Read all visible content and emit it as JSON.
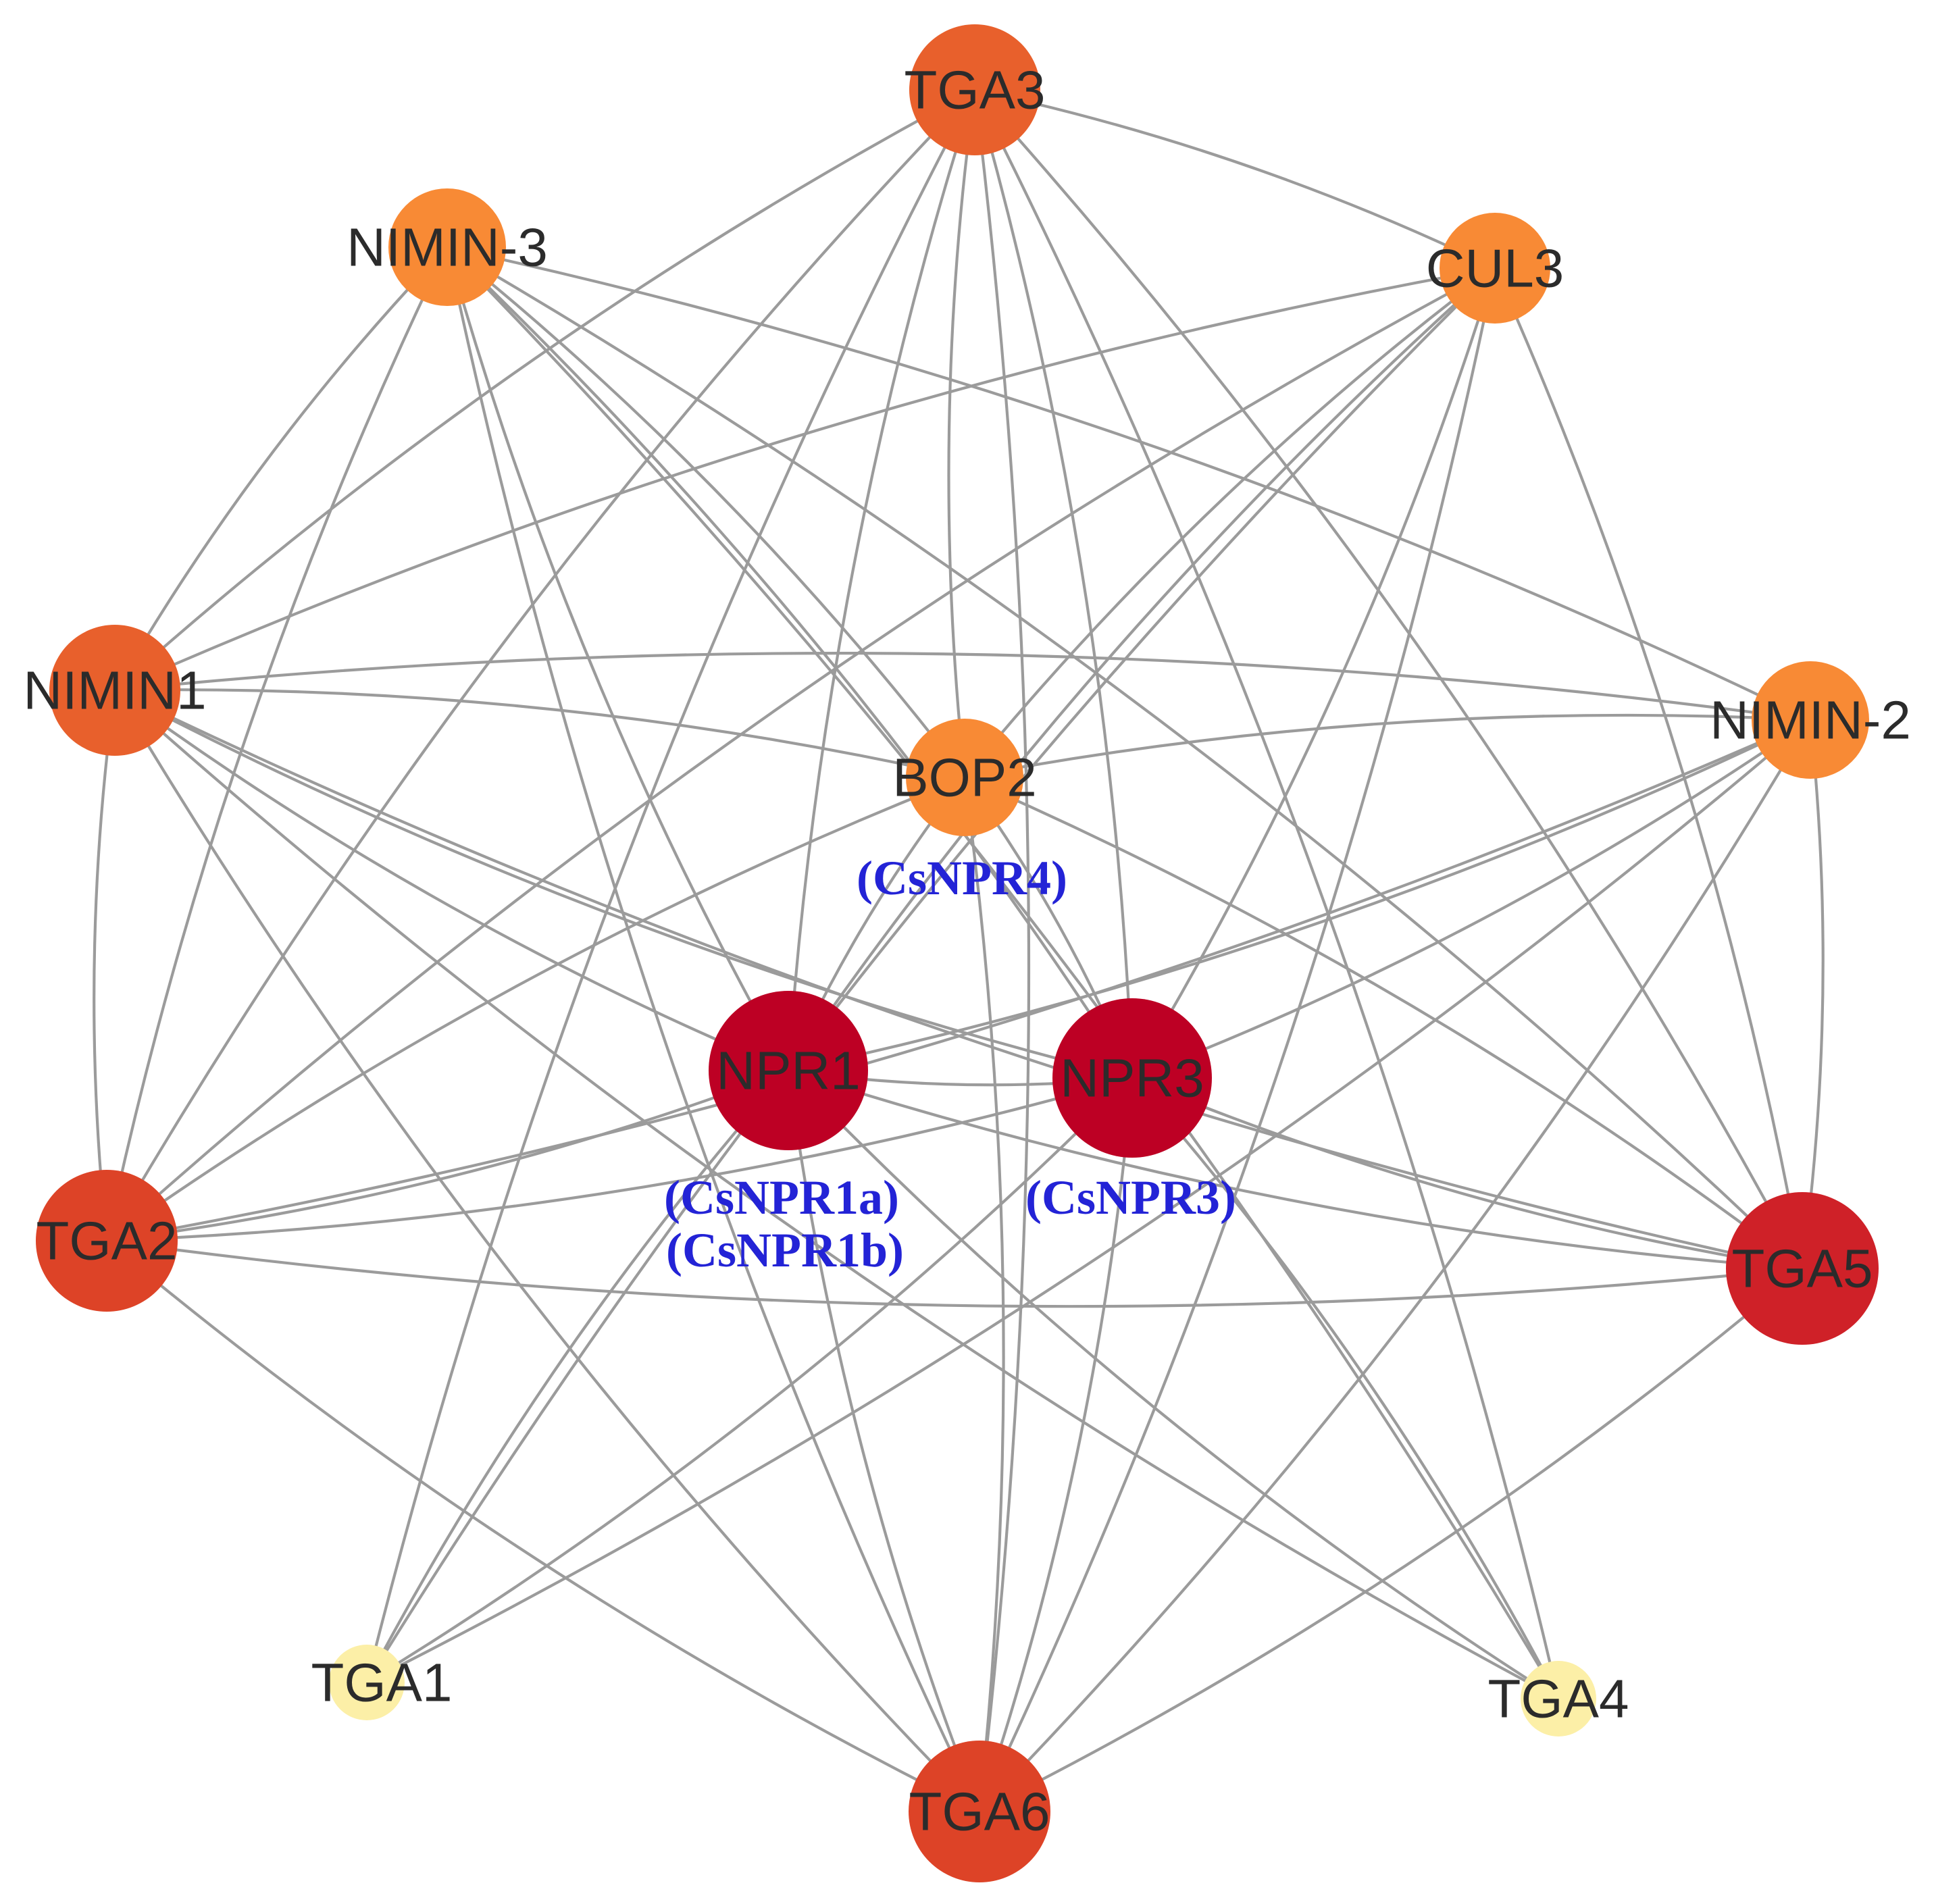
{
  "nodes": [
    {
      "id": "TGA3",
      "label": "TGA3",
      "color": "#e8602c"
    },
    {
      "id": "NIMIN-3",
      "label": "NIMIN-3",
      "color": "#f88a35"
    },
    {
      "id": "CUL3",
      "label": "CUL3",
      "color": "#f88a35"
    },
    {
      "id": "NIMIN1",
      "label": "NIMIN1",
      "color": "#e8602c"
    },
    {
      "id": "BOP2",
      "label": "BOP2",
      "color": "#f88a35"
    },
    {
      "id": "NIMIN-2",
      "label": "NIMIN-2",
      "color": "#f88a35"
    },
    {
      "id": "NPR1",
      "label": "NPR1",
      "color": "#bd0024"
    },
    {
      "id": "NPR3",
      "label": "NPR3",
      "color": "#bd0024"
    },
    {
      "id": "TGA2",
      "label": "TGA2",
      "color": "#dd4327"
    },
    {
      "id": "TGA5",
      "label": "TGA5",
      "color": "#cf2128"
    },
    {
      "id": "TGA1",
      "label": "TGA1",
      "color": "#fcefa7"
    },
    {
      "id": "TGA4",
      "label": "TGA4",
      "color": "#fcefa7"
    },
    {
      "id": "TGA6",
      "label": "TGA6",
      "color": "#dd4327"
    }
  ],
  "aliases": [
    {
      "node": "BOP2",
      "text": "(CsNPR4)"
    },
    {
      "node": "NPR1",
      "text": "(CsNPR1a)"
    },
    {
      "node": "NPR1",
      "text": "(CsNPR1b)"
    },
    {
      "node": "NPR3",
      "text": "(CsNPR3)"
    }
  ],
  "edges": [
    [
      "TGA3",
      "CUL3"
    ],
    [
      "TGA3",
      "NIMIN1"
    ],
    [
      "TGA3",
      "BOP2"
    ],
    [
      "TGA3",
      "NPR1"
    ],
    [
      "TGA3",
      "NPR3"
    ],
    [
      "TGA3",
      "TGA2"
    ],
    [
      "TGA3",
      "TGA5"
    ],
    [
      "TGA3",
      "TGA1"
    ],
    [
      "TGA3",
      "TGA4"
    ],
    [
      "TGA3",
      "TGA6"
    ],
    [
      "NIMIN-3",
      "NIMIN1"
    ],
    [
      "NIMIN-3",
      "NIMIN-2"
    ],
    [
      "NIMIN-3",
      "BOP2"
    ],
    [
      "NIMIN-3",
      "NPR1"
    ],
    [
      "NIMIN-3",
      "NPR3"
    ],
    [
      "NIMIN-3",
      "TGA2"
    ],
    [
      "NIMIN-3",
      "TGA5"
    ],
    [
      "NIMIN-3",
      "TGA4"
    ],
    [
      "NIMIN-3",
      "TGA6"
    ],
    [
      "CUL3",
      "NIMIN1"
    ],
    [
      "CUL3",
      "BOP2"
    ],
    [
      "CUL3",
      "NPR1"
    ],
    [
      "CUL3",
      "NPR3"
    ],
    [
      "CUL3",
      "TGA2"
    ],
    [
      "CUL3",
      "TGA5"
    ],
    [
      "CUL3",
      "TGA1"
    ],
    [
      "CUL3",
      "TGA6"
    ],
    [
      "NIMIN1",
      "NIMIN-2"
    ],
    [
      "NIMIN1",
      "BOP2"
    ],
    [
      "NIMIN1",
      "NPR1"
    ],
    [
      "NIMIN1",
      "NPR3"
    ],
    [
      "NIMIN1",
      "TGA2"
    ],
    [
      "NIMIN1",
      "TGA5"
    ],
    [
      "NIMIN1",
      "TGA4"
    ],
    [
      "NIMIN1",
      "TGA6"
    ],
    [
      "NIMIN-2",
      "BOP2"
    ],
    [
      "NIMIN-2",
      "NPR1"
    ],
    [
      "NIMIN-2",
      "NPR3"
    ],
    [
      "NIMIN-2",
      "TGA2"
    ],
    [
      "NIMIN-2",
      "TGA5"
    ],
    [
      "NIMIN-2",
      "TGA1"
    ],
    [
      "NIMIN-2",
      "TGA6"
    ],
    [
      "BOP2",
      "NPR1"
    ],
    [
      "BOP2",
      "NPR3"
    ],
    [
      "BOP2",
      "TGA2"
    ],
    [
      "BOP2",
      "TGA5"
    ],
    [
      "BOP2",
      "TGA6"
    ],
    [
      "NPR1",
      "NPR3"
    ],
    [
      "NPR1",
      "TGA2"
    ],
    [
      "NPR1",
      "TGA5"
    ],
    [
      "NPR1",
      "TGA1"
    ],
    [
      "NPR1",
      "TGA4"
    ],
    [
      "NPR1",
      "TGA6"
    ],
    [
      "NPR3",
      "TGA2"
    ],
    [
      "NPR3",
      "TGA5"
    ],
    [
      "NPR3",
      "TGA1"
    ],
    [
      "NPR3",
      "TGA4"
    ],
    [
      "NPR3",
      "TGA6"
    ],
    [
      "TGA2",
      "TGA5"
    ],
    [
      "TGA2",
      "TGA6"
    ],
    [
      "TGA5",
      "TGA6"
    ]
  ]
}
